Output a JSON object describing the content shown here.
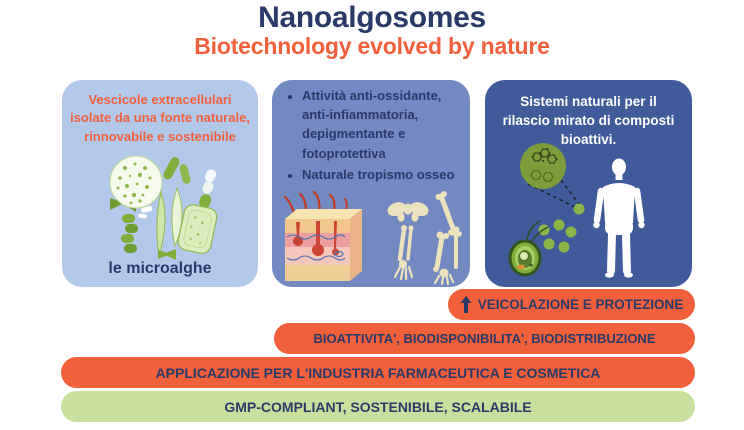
{
  "header": {
    "title": "Nanoalgosomes",
    "subtitle": "Biotechnology evolved by nature"
  },
  "panels": {
    "microalgae": {
      "description": "Vescicole extracellulari\nisolate da una fonte naturale,\nrinnovabile e sostenibile",
      "caption": "le microalghe",
      "illustration": "microalgae-cluster"
    },
    "activity": {
      "bullets": [
        "Attività anti-ossidante,\nanti-infiammatoria,\ndepigmentante e\nfotoprotettiva",
        "Naturale tropismo osseo"
      ],
      "illustration": "skin-cross-section-and-bones"
    },
    "delivery": {
      "description": "Sistemi naturali per il\nrilascio mirato di composti\nbioattivi.",
      "illustration": "alga-releasing-bioactives-to-human"
    }
  },
  "banners": [
    {
      "label": "VEICOLAZIONE E PROTEZIONE",
      "icon": "up-arrow-icon",
      "color": "#F2603B"
    },
    {
      "label": "BIOATTIVITA', BIODISPONIBILITA', BIODISTRIBUZIONE",
      "color": "#F2603B"
    },
    {
      "label": "APPLICAZIONE PER L'INDUSTRIA FARMACEUTICA E COSMETICA",
      "color": "#F2603B"
    },
    {
      "label": "GMP-COMPLIANT, SOSTENIBILE, SCALABILE",
      "color": "#C8E09C"
    }
  ],
  "colors": {
    "navy": "#2A3A68",
    "orange": "#F2603B",
    "panel_light_blue": "#B3C9EB",
    "panel_medium_blue": "#7389C2",
    "panel_dark_blue": "#3F5B99",
    "green_banner": "#C8E09C",
    "algae_green": "#7FAE3B",
    "bone_cream": "#EDE2BE"
  }
}
